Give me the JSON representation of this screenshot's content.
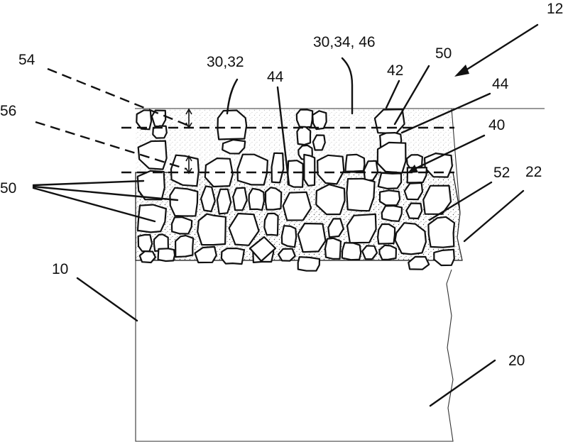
{
  "labels": {
    "ref_12": "12",
    "ref_54": "54",
    "ref_56": "56",
    "ref_50_top": "50",
    "ref_50_left": "50",
    "ref_30_32": "30,32",
    "ref_30_34_46": "30,34, 46",
    "ref_42": "42",
    "ref_44_mid": "44",
    "ref_44_right": "44",
    "ref_40": "40",
    "ref_52": "52",
    "ref_22": "22",
    "ref_10": "10",
    "ref_20": "20"
  }
}
